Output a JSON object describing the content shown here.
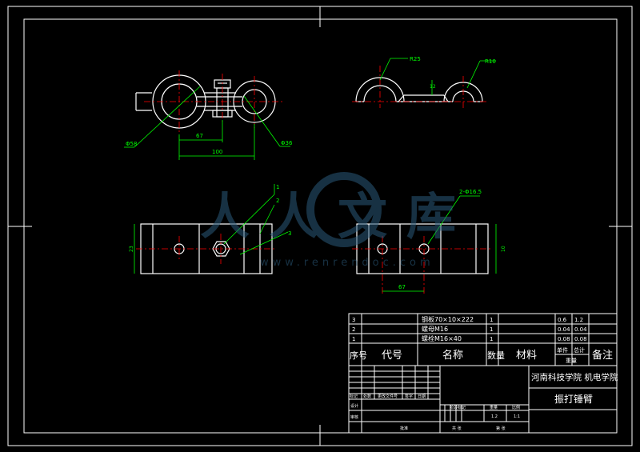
{
  "colors": {
    "background": "#000000",
    "outline": "#ffffff",
    "dimension": "#00ff00",
    "centerline": "#ff0000",
    "watermark": "#2a5a7a"
  },
  "dimensions": {
    "diameter_left": "Φ58",
    "diameter_right": "Φ36",
    "pitch": "67",
    "length": "100",
    "radius_big": "R25",
    "radius_small": "R10",
    "offset": "12",
    "height_left": "23",
    "height_right": "10",
    "hole_note": "2-Φ16.5",
    "pitch_bottom": "67",
    "callout_1": "1",
    "callout_2": "2",
    "callout_3": "3"
  },
  "watermark": {
    "text": "人人文库",
    "url": "www.renrendoc.com"
  },
  "bom": {
    "rows": [
      {
        "no": "3",
        "code": "",
        "name": "钢板70×10×222",
        "qty": "1",
        "material": "",
        "unit_mass": "0.6",
        "total_mass": "1.2"
      },
      {
        "no": "2",
        "code": "",
        "name": "螺母M16",
        "qty": "1",
        "material": "",
        "unit_mass": "0.04",
        "total_mass": "0.04"
      },
      {
        "no": "1",
        "code": "",
        "name": "螺栓M16×40",
        "qty": "1",
        "material": "",
        "unit_mass": "0.08",
        "total_mass": "0.08"
      }
    ],
    "header": {
      "no": "序号",
      "code": "代号",
      "name": "名称",
      "qty": "数量",
      "material": "材料",
      "single": "单件",
      "total": "总计",
      "mass": "重量",
      "note": "备注"
    }
  },
  "title_block": {
    "school": "河南科技学院 机电学院",
    "drawing_name": "振打锤臂",
    "left_labels": [
      "标记",
      "处数",
      "更改文件号",
      "签字",
      "日期"
    ],
    "designer": "设计",
    "audit": "审核",
    "approve": "批准",
    "stage_label": "阶段标记",
    "weight_label": "重量",
    "scale_label": "比例",
    "scale_value": "1:1",
    "weight_value": "1.2",
    "sheet_total": "共 张",
    "sheet_no": "第 张"
  }
}
